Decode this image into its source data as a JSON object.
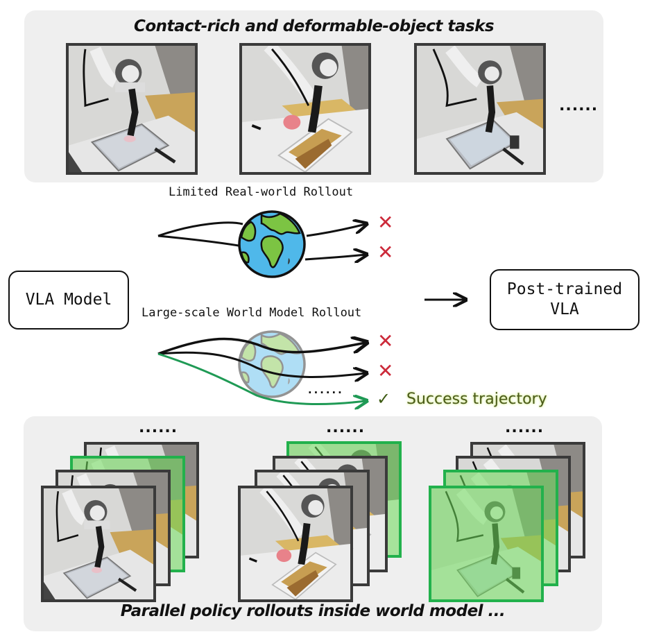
{
  "top_panel": {
    "title": "Contact-rich and deformable-object tasks",
    "frames": [
      {
        "name": "drawing-task",
        "tint": "none"
      },
      {
        "name": "food-scooping-task",
        "tint": "none"
      },
      {
        "name": "drawing-task-2",
        "tint": "none"
      }
    ],
    "ellipsis": "......"
  },
  "middle": {
    "real_world_label": "Limited Real-world Rollout",
    "world_model_label": "Large-scale World Model Rollout",
    "vla_model_label": "VLA Model",
    "post_trained_line1": "Post-trained",
    "post_trained_line2": "VLA",
    "fail_mark": "✕",
    "success_mark": "✓",
    "success_label": "Success trajectory",
    "ellipsis": "......",
    "colors": {
      "fail": "#cc2a3a",
      "success_arrow": "#1f9a55",
      "success_text": "#4a5a1a",
      "globe_ocean": "#4fb8ea",
      "globe_land": "#7cc443"
    }
  },
  "bottom_panel": {
    "title": "Parallel policy rollouts inside world model ...",
    "ellipsis": "......",
    "stacks": [
      {
        "name": "stack-drawing",
        "scene": "drawing",
        "frames_back_to_front": [
          "plain",
          "success",
          "plain",
          "plain"
        ]
      },
      {
        "name": "stack-food",
        "scene": "food",
        "frames_back_to_front": [
          "success",
          "plain",
          "plain",
          "plain"
        ]
      },
      {
        "name": "stack-drawing-2",
        "scene": "drawing2",
        "frames_back_to_front": [
          "plain",
          "plain",
          "success",
          "success"
        ]
      }
    ],
    "success_border_color": "#22b14c",
    "plain_border_color": "#3a3a3a"
  }
}
